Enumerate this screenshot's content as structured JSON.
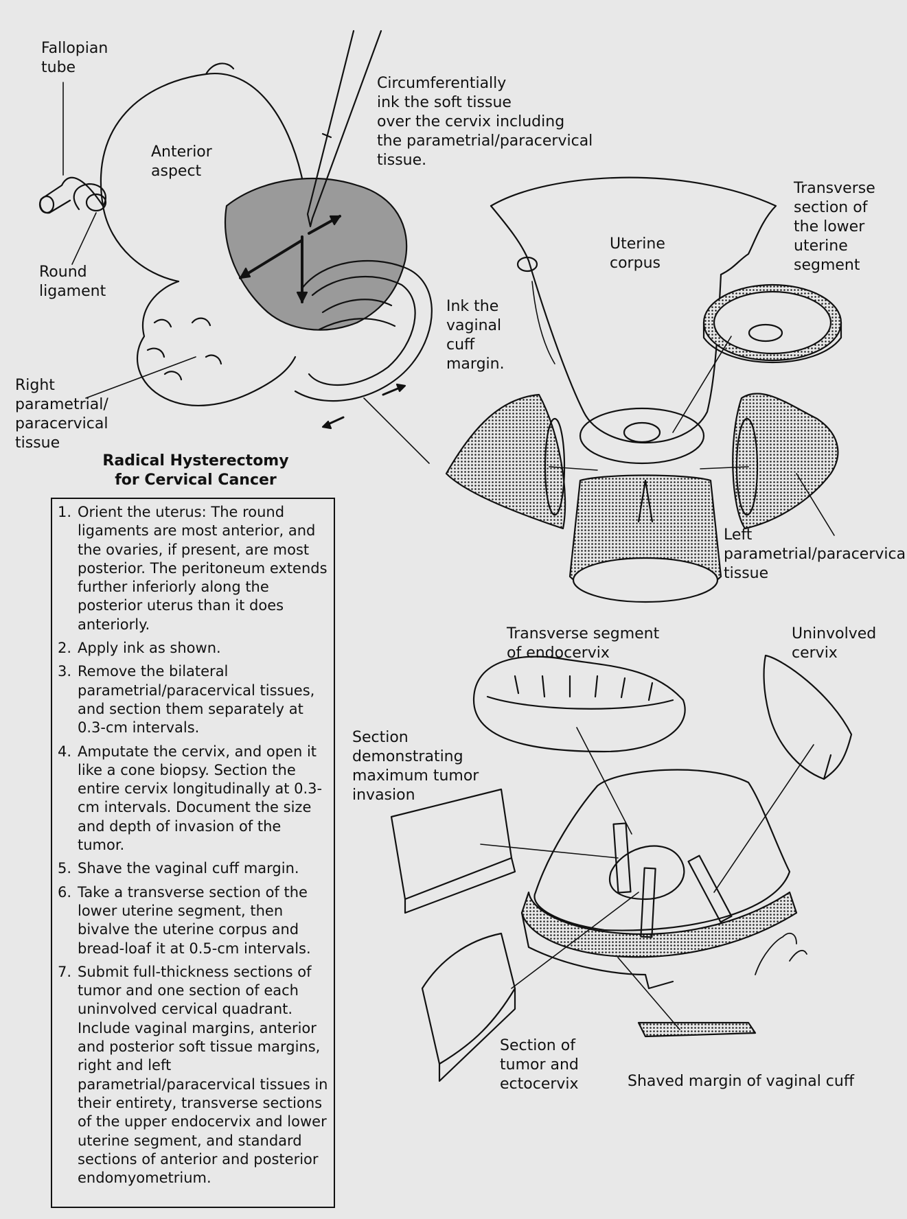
{
  "title": "Radical Hysterectomy\nfor Cervical Cancer",
  "labels": {
    "fallopian_tube": "Fallopian\ntube",
    "anterior_aspect": "Anterior\naspect",
    "round_ligament": "Round\nligament",
    "right_parametrial": "Right\nparametrial/\nparacervical\ntissue",
    "circumferential_ink": "Circumferentially\nink the soft tissue\nover the cervix including\nthe parametrial/paracervical\ntissue.",
    "ink_vaginal_cuff": "Ink the\nvaginal\ncuff\nmargin.",
    "uterine_corpus": "Uterine\ncorpus",
    "transverse_lower_segment": "Transverse\nsection of\nthe lower\nuterine\nsegment",
    "left_parametrial": "Left\nparametrial/paracervical\ntissue",
    "transverse_endocervix": "Transverse segment\nof endocervix",
    "uninvolved_cervix": "Uninvolved\ncervix",
    "max_tumor_section": "Section\ndemonstrating\nmaximum tumor\ninvasion",
    "tumor_ectocervix": "Section of\ntumor and\nectocervix",
    "shaved_margin": "Shaved margin of vaginal cuff"
  },
  "steps": [
    {
      "num": "1.",
      "text": "Orient the uterus: The round ligaments are most anterior, and the ovaries, if present, are most posterior. The peritoneum extends further inferiorly along the posterior uterus than it does anteriorly."
    },
    {
      "num": "2.",
      "text": "Apply ink as shown."
    },
    {
      "num": "3.",
      "text": "Remove the bilateral parametrial/paracervical tissues, and section them separately at 0.3-cm intervals."
    },
    {
      "num": "4.",
      "text": "Amputate the cervix, and open it like a cone biopsy. Section the entire cervix longitudinally at 0.3-cm intervals. Document the size and depth of invasion of the tumor."
    },
    {
      "num": "5.",
      "text": "Shave the vaginal cuff margin."
    },
    {
      "num": "6.",
      "text": "Take a transverse section of the lower uterine segment, then bivalve the uterine corpus and bread-loaf it at 0.5-cm intervals."
    },
    {
      "num": "7.",
      "text": "Submit full-thickness sections of tumor and one section of each uninvolved cervical quadrant. Include vaginal margins, anterior and posterior soft tissue margins, right and left parametrial/paracervical tissues in their entirety, transverse sections of the upper endocervix and lower uterine segment, and standard sections of anterior and posterior endomyometrium."
    }
  ]
}
